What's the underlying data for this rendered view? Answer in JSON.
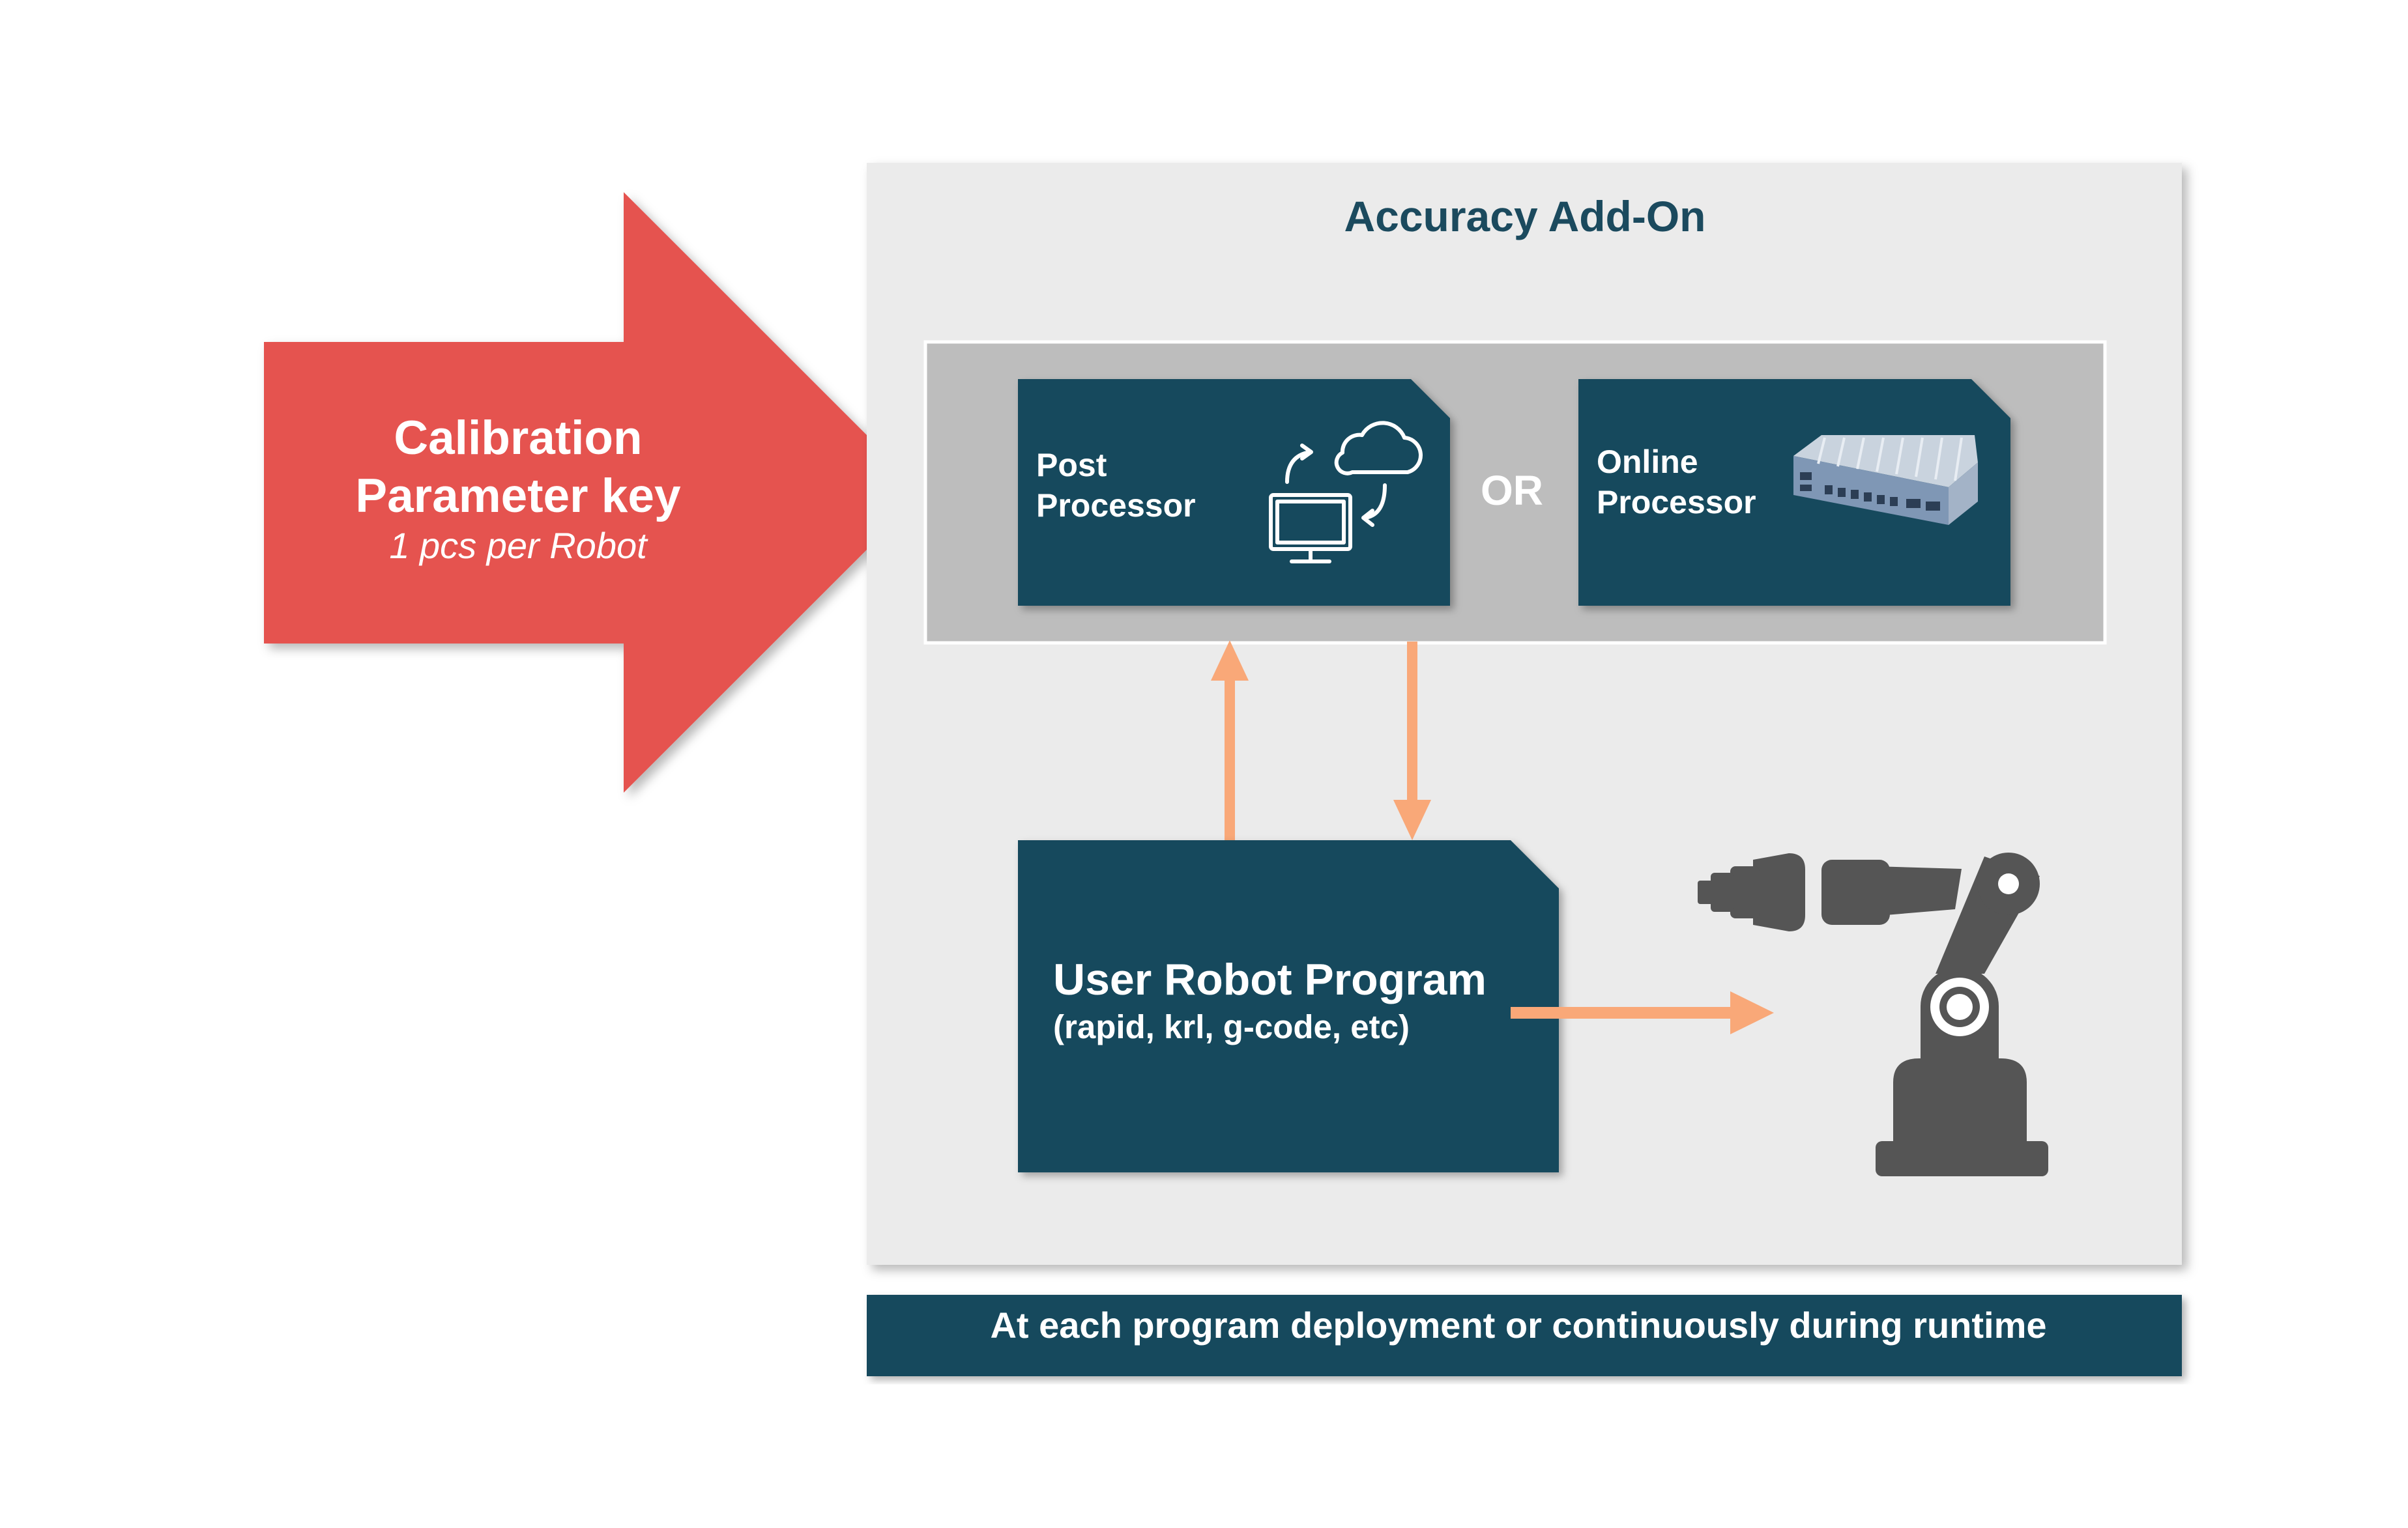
{
  "calibration": {
    "title_line1": "Calibration",
    "title_line2": "Parameter key",
    "subtitle": "1 pcs per Robot"
  },
  "addon": {
    "title": "Accuracy Add-On"
  },
  "processors": {
    "post": {
      "line1": "Post",
      "line2": "Processor"
    },
    "separator": "OR",
    "online": {
      "line1": "Online",
      "line2": "Processor"
    }
  },
  "user_program": {
    "title": "User Robot Program",
    "subtitle": "(rapid, krl, g-code, etc)"
  },
  "banner": {
    "label": "At each program deployment or continuously during runtime"
  },
  "colors": {
    "red_arrow": "#e5534f",
    "panel_bg": "#ebebeb",
    "inner_box": "#bdbdbd",
    "dark_teal": "#184a5d",
    "orange_arrow": "#f9a878",
    "robot_gray": "#555555",
    "title_text": "#1b4a5e"
  },
  "icons": {
    "post_processor": "computer-cloud-sync-icon",
    "online_processor": "industrial-pc-icon",
    "robot": "robot-arm-icon"
  }
}
